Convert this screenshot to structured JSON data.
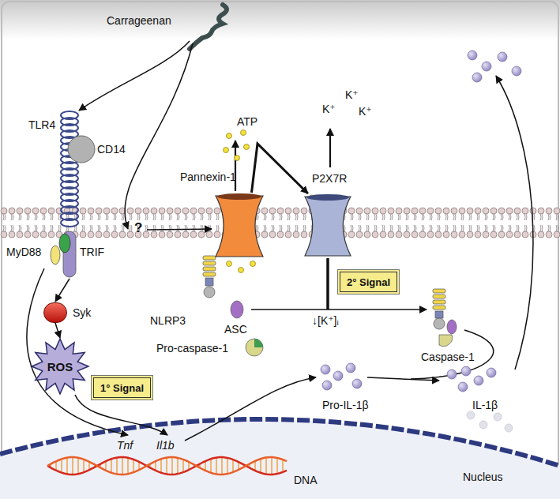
{
  "diagram": {
    "nodes": [
      {
        "text": [
          "Syk"
        ]
      },
      {
        "text": [
          "ROS"
        ]
      },
      {
        "text": [
          "1° Signal"
        ]
      },
      {
        "text": [
          "Pannexin-1"
        ]
      },
      {
        "text": [
          "P2X7R"
        ]
      },
      {
        "text": [
          "2° Signal"
        ]
      }
    ],
    "edges": [
      {
        "from": 0,
        "to": 1,
        "arrow": "to"
      },
      {
        "from": 3,
        "to": 4,
        "arrow": "to"
      }
    ],
    "labels": [
      "Carrageenan",
      "TLR4",
      "CD14",
      "MyD88",
      "TRIF",
      "ATP",
      "K⁺",
      "K⁺",
      "K⁺",
      "?",
      "NLRP3",
      "ASC",
      "Pro-caspase-1",
      "↓[K⁺]ᵢ",
      "Caspase-1",
      "Pro-IL-1β",
      "IL-1β",
      "Tnf",
      "Il1b",
      "DNA",
      "Nucleus"
    ]
  }
}
